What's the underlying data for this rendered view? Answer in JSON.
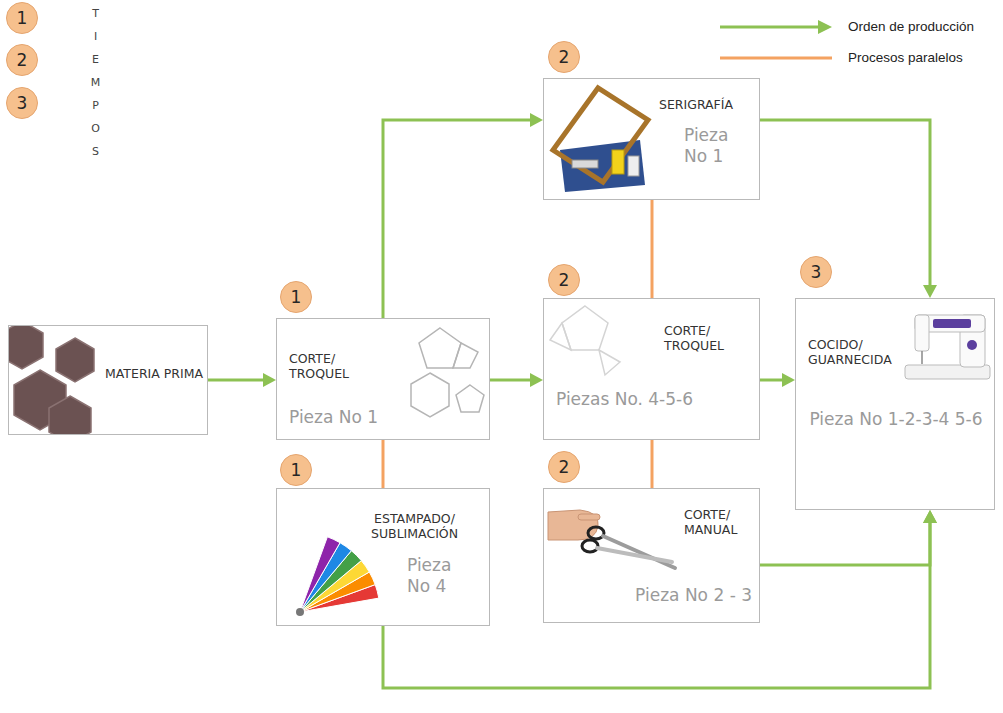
{
  "diagram": {
    "nodes": [
      {
        "text": [
          "MATERIA PRIMA"
        ]
      },
      {
        "text": [
          "CORTE/ TROQUEL",
          "Pieza No 1"
        ]
      },
      {
        "text": [
          "ESTAMPADO/ SUBLIMACIÓN",
          "Pieza No 4"
        ]
      },
      {
        "text": [
          "SERIGRAFÍA",
          "Pieza No 1"
        ]
      },
      {
        "text": [
          "CORTE/ TROQUEL",
          "Piezas No. 4-5-6"
        ]
      },
      {
        "text": [
          "CORTE/ MANUAL",
          "Pieza No 2 - 3"
        ]
      },
      {
        "text": [
          "COCIDO/ GUARNECIDA",
          "Pieza No 1-2-3-4 5-6"
        ]
      }
    ],
    "edges": [
      {
        "from": 0,
        "to": 1,
        "arrow": "to"
      },
      {
        "from": 1,
        "to": 3,
        "arrow": "to"
      },
      {
        "from": 1,
        "to": 2,
        "arrow": "none"
      },
      {
        "from": 1,
        "to": 4,
        "arrow": "to"
      },
      {
        "from": 3,
        "to": 6,
        "arrow": "to"
      },
      {
        "from": 3,
        "to": 4,
        "arrow": "none"
      },
      {
        "from": 4,
        "to": 6,
        "arrow": "to"
      },
      {
        "from": 4,
        "to": 5,
        "arrow": "none"
      },
      {
        "from": 5,
        "to": 6,
        "arrow": "to"
      },
      {
        "from": 2,
        "to": 6,
        "arrow": "to"
      }
    ],
    "labels": [
      "1",
      "2",
      "3",
      "T I E M P O S",
      "2",
      "1",
      "2",
      "3",
      "1",
      "2"
    ],
    "legend": [
      {
        "text": "Orden de producción"
      },
      {
        "text": "Procesos paralelos"
      }
    ]
  }
}
